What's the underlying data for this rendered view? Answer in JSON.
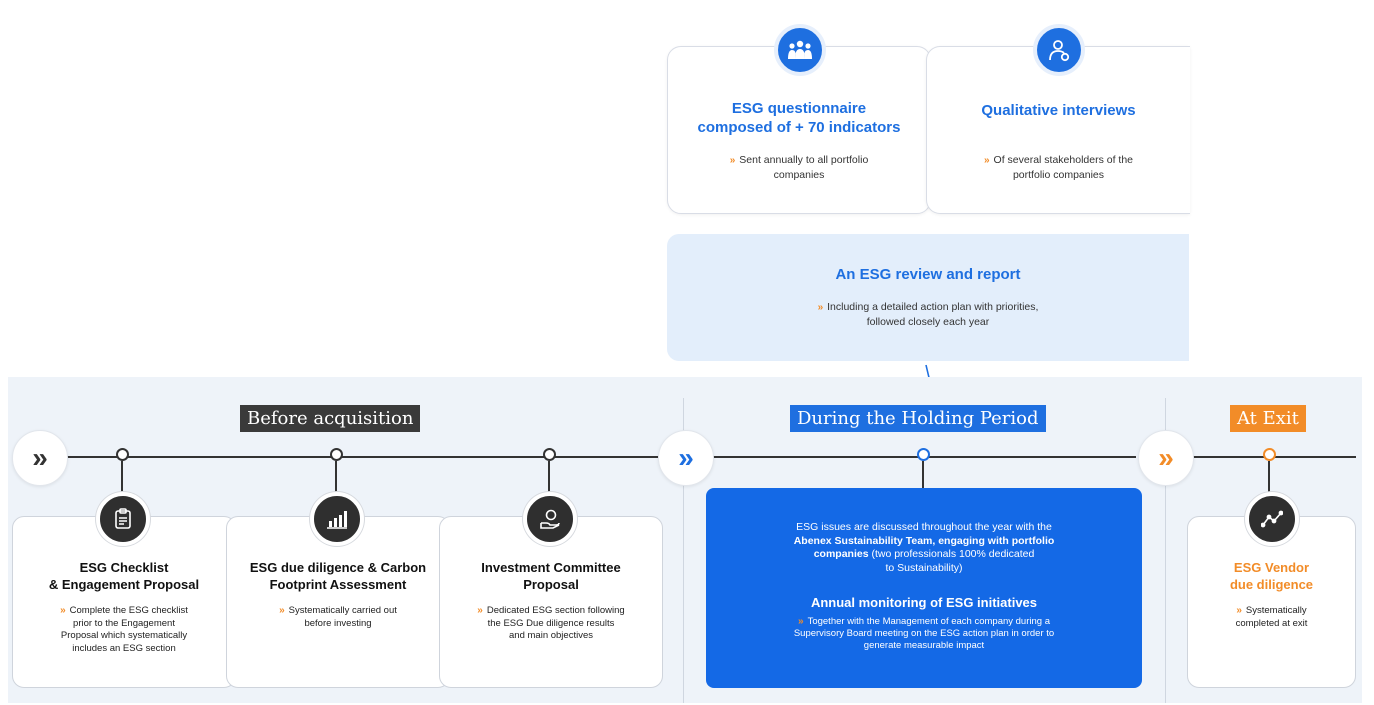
{
  "colors": {
    "blue": "#1e6fe0",
    "orange": "#f28c28",
    "dark": "#2f2f2f",
    "panel": "#eef3f9"
  },
  "top_cards": [
    {
      "icon": "people-group-icon",
      "title": "ESG questionnaire composed of + 70 indicators",
      "title_line1": "ESG questionnaire",
      "title_line2": "composed of + 70 indicators",
      "bullet_line1": "Sent annually to all portfolio",
      "bullet_line2": "companies"
    },
    {
      "icon": "interviewer-icon",
      "title": "Qualitative interviews",
      "bullet_line1": "Of several stakeholders of the",
      "bullet_line2": "portfolio companies"
    }
  ],
  "review": {
    "title": "An ESG review and report",
    "bullet_line1": "Including a detailed action plan with priorities,",
    "bullet_line2": "followed closely each year"
  },
  "phases": {
    "before": "Before acquisition",
    "holding": "During the Holding Period",
    "exit": "At Exit"
  },
  "steps": [
    {
      "icon": "clipboard-icon",
      "title_line1": "ESG Checklist",
      "title_line2": "& Engagement Proposal",
      "bullet_lines": [
        "Complete the ESG checklist",
        "prior to the Engagement",
        "Proposal which systematically",
        "includes an ESG section"
      ]
    },
    {
      "icon": "bar-chart-icon",
      "title_line1": "ESG due diligence & Carbon",
      "title_line2": "Footprint Assessment",
      "bullet_lines": [
        "Systematically carried out",
        "before investing"
      ]
    },
    {
      "icon": "money-hand-icon",
      "title_line1": "Investment Committee",
      "title_line2": "Proposal",
      "bullet_lines": [
        "Dedicated ESG section following",
        "the ESG Due diligence results",
        "and main objectives"
      ]
    }
  ],
  "holding": {
    "line1": "ESG issues are discussed throughout the year with the",
    "line2_bold": "Abenex Sustainability Team, engaging with portfolio",
    "line3_bold": "companies",
    "line3_rest": " (two professionals 100% dedicated",
    "line4": "to Sustainability)",
    "subtitle": "Annual monitoring of ESG initiatives",
    "bullet_lines": [
      "Together with the Management of each company during a",
      "Supervisory Board meeting on the ESG action plan in order to",
      "generate measurable impact"
    ]
  },
  "exit_step": {
    "icon": "trend-line-icon",
    "title_line1": "ESG Vendor",
    "title_line2": "due diligence",
    "bullet_lines": [
      "Systematically",
      "completed at exit"
    ]
  },
  "arrows": {
    "chevron": "»"
  }
}
